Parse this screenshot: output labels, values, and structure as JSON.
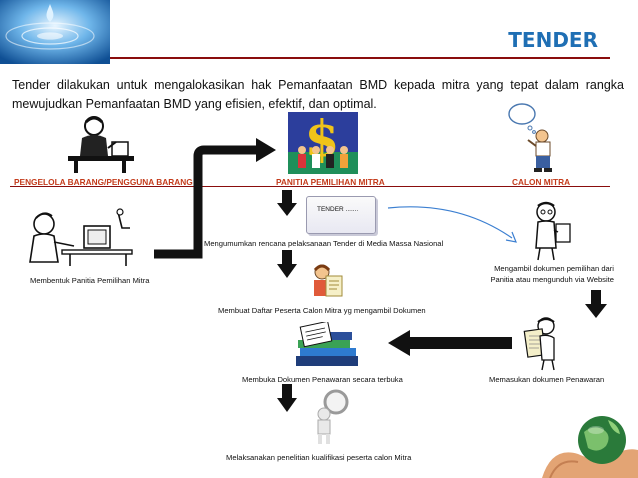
{
  "title": "TENDER",
  "intro": "Tender dilakukan untuk mengalokasikan hak Pemanfaatan BMD kepada mitra yang tepat dalam rangka mewujudkan Pemanfaatan BMD yang efisien, efektif, dan optimal.",
  "roles": {
    "pengelola": "PENGELOLA BARANG/PENGGUNA BARANG",
    "panitia": "PANITIA PEMILIHAN MITRA",
    "calon": "CALON MITRA"
  },
  "doc_text": "TENDER .......",
  "steps": {
    "membentuk": "Membentuk Panitia Pemilihan Mitra",
    "mengumumkan": "Mengumumkan rencana pelaksanaan Tender di Media Massa Nasional",
    "mengambil_1": "Mengambil dokumen pemilihan dari",
    "mengambil_2": "Panitia atau mengunduh via Website",
    "membuat": "Membuat Daftar Peserta Calon Mitra yg mengambil Dokumen",
    "membuka": "Membuka Dokumen Penawaran secara terbuka",
    "memasukan": "Memasukan dokumen Penawaran",
    "melaksanakan": "Melaksanakan penelitian kualifikasi peserta calon Mitra"
  },
  "colors": {
    "title": "#1f6fb4",
    "rule": "#8a0d0d",
    "role": "#c43b1b",
    "arrow": "#111111",
    "link": "#3b7fd1"
  }
}
